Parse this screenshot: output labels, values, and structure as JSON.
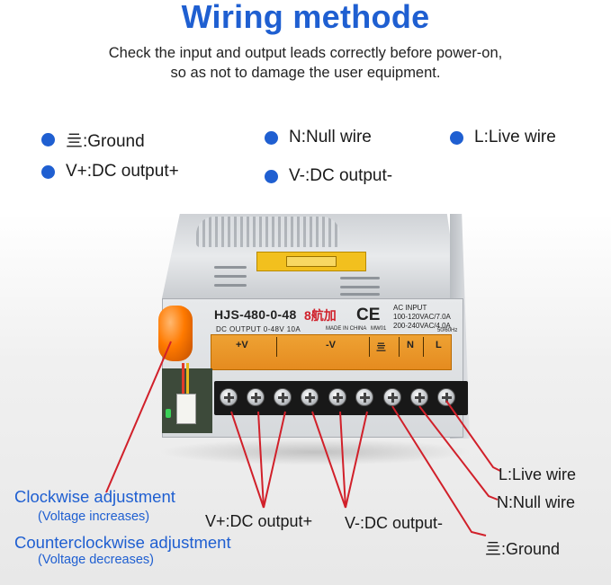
{
  "title": "Wiring methode",
  "intro": [
    "Check the input and output leads correctly before power-on,",
    "so as not to damage the user equipment."
  ],
  "legend": [
    {
      "label": "亖:Ground"
    },
    {
      "label": "N:Null wire"
    },
    {
      "label": "L:Live wire"
    },
    {
      "label": "V+:DC output+"
    },
    {
      "label": "V-:DC output-"
    }
  ],
  "device": {
    "model": "HJS-480-0-48",
    "brand": "8航加",
    "ce": "CE",
    "ac_input": [
      "AC INPUT",
      "100-120VAC/7.0A",
      "200-240VAC/4.0A"
    ],
    "dc_output": "DC OUTPUT   0-48V   10A",
    "made_in": "MADE IN CHINA",
    "mw": "MW01",
    "hz": "50/60Hz",
    "terminals": [
      "+V",
      "-V",
      "亖",
      "N",
      "L"
    ]
  },
  "callouts": {
    "live": "L:Live wire",
    "null": "N:Null wire",
    "ground": "亖:Ground",
    "vplus": "V+:DC output+",
    "vminus": "V-:DC output-"
  },
  "adjust": {
    "clockwise": "Clockwise adjustment",
    "clockwise_note": "(Voltage increases)",
    "counter": "Counterclockwise adjustment",
    "counter_note": "(Voltage decreases)"
  },
  "colors": {
    "accent_blue": "#1f5fd1",
    "callout_line": "#d1202a",
    "cover_orange": "#f09614"
  }
}
